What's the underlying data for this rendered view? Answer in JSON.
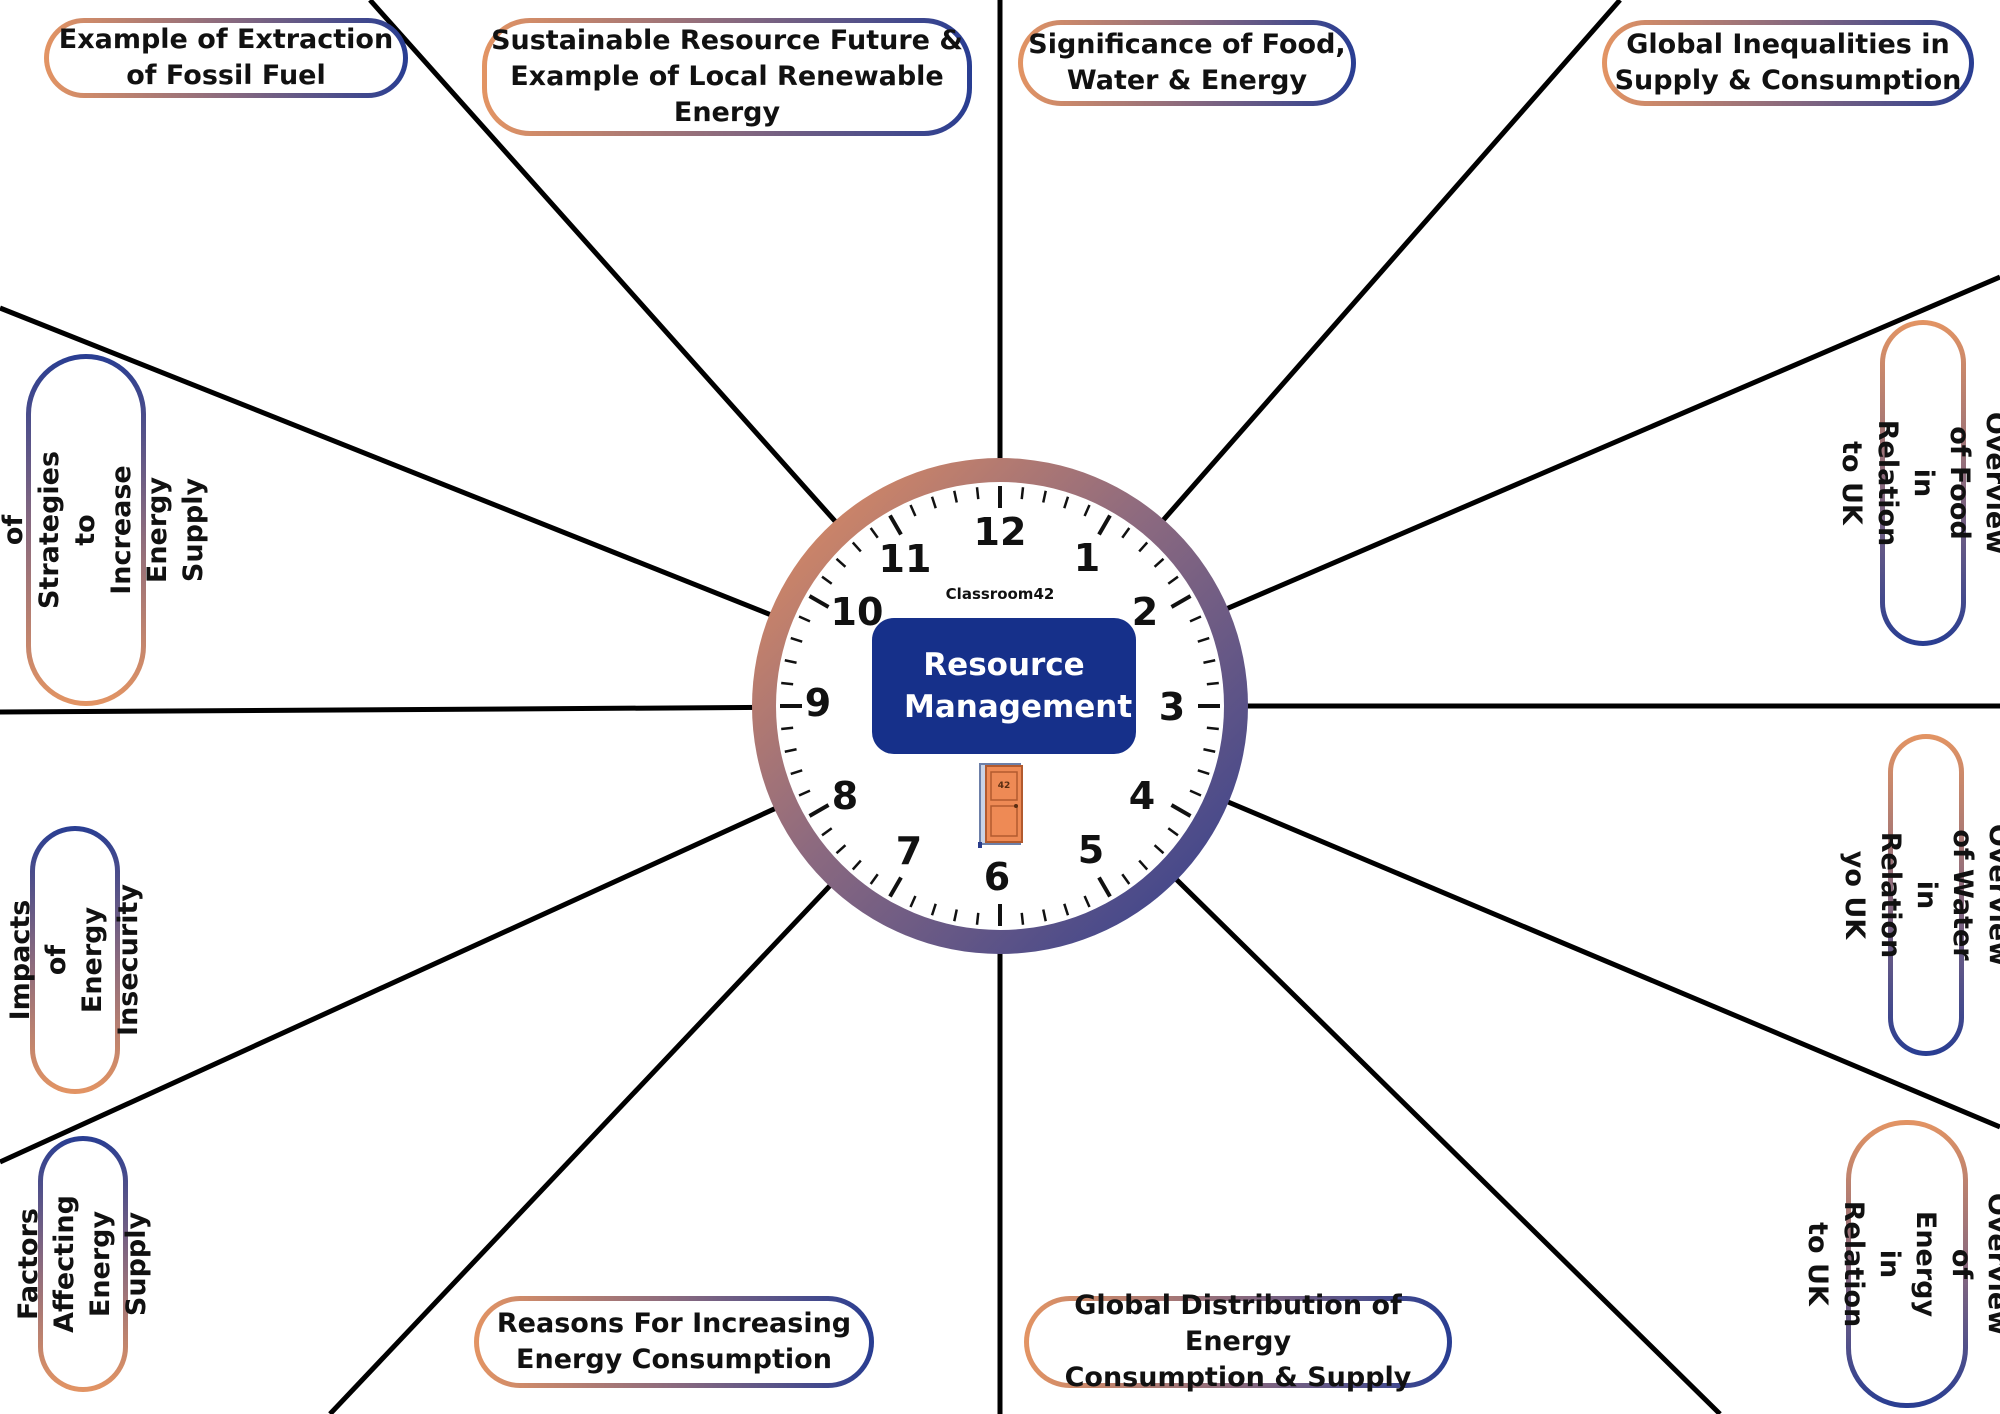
{
  "diagram": {
    "center": {
      "brand": "Classroom42",
      "title": "Resource Management",
      "clock_numbers": [
        "12",
        "1",
        "2",
        "3",
        "4",
        "5",
        "6",
        "7",
        "8",
        "9",
        "10",
        "11"
      ],
      "icon": "door-icon",
      "door_number": "42"
    },
    "topics": [
      {
        "id": "fossil",
        "text": "Example of Extraction\nof Fossil Fuel"
      },
      {
        "id": "sustainable",
        "text": "Sustainable Resource Future &\nExample of Local Renewable\nEnergy"
      },
      {
        "id": "significance",
        "text": "Significance of Food,\nWater & Energy"
      },
      {
        "id": "inequalities",
        "text": "Global Inequalities in\nSupply & Consumption"
      },
      {
        "id": "food-uk",
        "text": "Overview of Food in\nRelation to UK"
      },
      {
        "id": "water-uk",
        "text": "Overview of Water\nin Relation yo UK"
      },
      {
        "id": "energy-uk",
        "text": "Overview of\nEnergy in Relation\nto UK"
      },
      {
        "id": "distribution",
        "text": "Global Distribution of Energy\nConsumption & Supply"
      },
      {
        "id": "reasons",
        "text": "Reasons For Increasing\nEnergy Consumption"
      },
      {
        "id": "factors",
        "text": "Factors Affecting\nEnergy Supply"
      },
      {
        "id": "impacts",
        "text": "Impacts of\nEnergy Insecurity"
      },
      {
        "id": "strategies",
        "text": "Overview of Strategies\nto Increase Energy\nSupply"
      }
    ],
    "colors": {
      "accent_orange": "#e39463",
      "accent_navy": "#283d92",
      "title_fill": "#16308a",
      "line": "#000000"
    }
  }
}
